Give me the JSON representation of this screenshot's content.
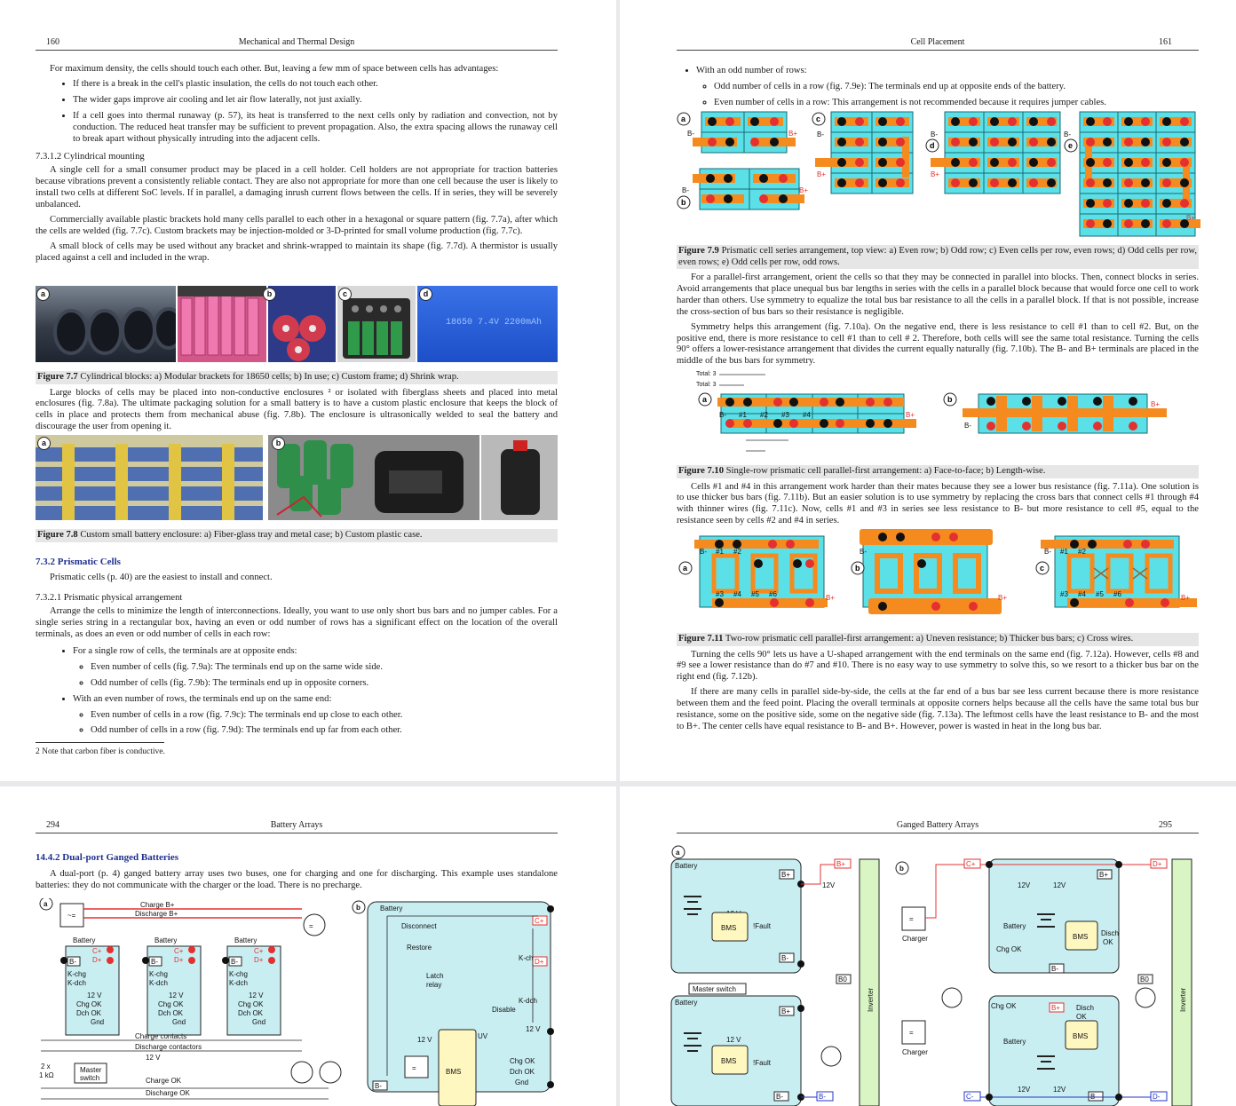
{
  "p160": {
    "page_num": "160",
    "header": "Mechanical and Thermal Design",
    "intro": "For maximum density, the cells should touch each other. But, leaving a few mm of space between cells has advantages:",
    "bullets": [
      "If there is a break in the cell's plastic insulation, the cells do not touch each other.",
      "The wider gaps improve air cooling and let air flow laterally, not just axially.",
      "If a cell goes into thermal runaway (p. 57), its heat is transferred to the next cells only by radiation and convection, not by conduction. The reduced heat transfer may be sufficient to prevent propagation. Also, the extra spacing allows the runaway cell to break apart without physically intruding into the adjacent cells."
    ],
    "sec_7312": "7.3.1.2    Cylindrical mounting",
    "para1": "A single cell for a small consumer product may be placed in a cell holder. Cell holders are not appropriate for traction batteries because vibrations prevent a consistently reliable contact. They are also not appropriate for more than one cell because the user is likely to install two cells at different SoC levels. If in parallel, a damaging inrush current flows between the cells. If in series, they will be severely unbalanced.",
    "para2": "Commercially available plastic brackets hold many cells parallel to each other in a hexagonal or square pattern (fig. 7.7a), after which the cells are welded (fig. 7.7c). Custom brackets may be injection-molded or 3-D-printed for small volume production (fig. 7.7c).",
    "para3": "A small block of cells may be used without any bracket and shrink-wrapped to maintain its shape (fig. 7.7d). A thermistor is usually placed against a cell and included in the wrap.",
    "fig77_label": "Figure 7.7",
    "fig77_text": " Cylindrical blocks: a) Modular brackets for 18650 cells; b) In use; c) Custom frame; d) Shrink wrap.",
    "fig77_shrink_text": "18650 7.4V 2200mAh",
    "para4": "Large blocks of cells may be placed into non-conductive enclosures ² or isolated with fiberglass sheets and placed into metal enclosures (fig. 7.8a). The ultimate packaging solution for a small battery is to have a custom plastic enclosure that keeps the block of cells in place and protects them from mechanical abuse (fig. 7.8b). The enclosure is ultrasonically welded to seal the battery and discourage the user from opening it.",
    "fig78_label": "Figure 7.8",
    "fig78_text": " Custom small battery enclosure: a) Fiber-glass tray and metal case; b) Custom plastic case.",
    "sec_732": "7.3.2    Prismatic Cells",
    "para5": "Prismatic cells (p. 40) are the easiest to install and connect.",
    "sec_7321": "7.3.2.1    Prismatic physical arrangement",
    "para6": "Arrange the cells to minimize the length of interconnections. Ideally, you want to use only short bus bars and no jumper cables. For a single series string in a rectangular box, having an even or odd number of rows has a significant effect on the location of the overall terminals, as does an even or odd number of cells in each row:",
    "b_single": "For a single row of cells, the terminals are at opposite ends:",
    "b_single_sub": [
      "Even number of cells (fig. 7.9a): The terminals end up on the same wide side.",
      "Odd number of cells (fig. 7.9b): The terminals end up in opposite corners."
    ],
    "b_even": "With an even number of rows, the terminals end up on the same end:",
    "b_even_sub": [
      "Even number of cells in a row (fig. 7.9c): The terminals end up close to each other.",
      "Odd number of cells in a row (fig. 7.9d): The terminals end up far from each other."
    ],
    "footnote": "2      Note that carbon fiber is conductive."
  },
  "p161": {
    "page_num": "161",
    "header": "Cell Placement",
    "b_odd": "With an odd number of rows:",
    "b_odd_sub": [
      "Odd number of cells in a row (fig. 7.9e): The terminals end up at opposite ends of the battery.",
      "Even number of cells in a row: This arrangement is not recommended because it requires jumper cables."
    ],
    "fig79_label": "Figure 7.9",
    "fig79_text": " Prismatic cell series arrangement, top view: a) Even row; b) Odd row; c) Even cells per row, even rows; d) Odd cells per row, even rows; e) Odd cells per row, odd rows.",
    "para1": "For a parallel-first arrangement, orient the cells so that they may be connected in parallel into blocks. Then, connect blocks in series. Avoid arrangements that place unequal bus bar lengths in series with the cells in a parallel block because that would force one cell to work harder than others. Use symmetry to equalize the total bus bar resistance to all the cells in a parallel block. If that is not possible, increase the cross-section of bus bars so their resistance is negligible.",
    "para2": "Symmetry helps this arrangement (fig. 7.10a). On the negative end, there is less resistance to cell #1 than to cell #2. But, on the positive end, there is more resistance to cell #1 than to cell # 2. Therefore, both cells will see the same total resistance. Turning the cells 90° offers a lower-resistance arrangement that divides the current equally naturally (fig. 7.10b). The B- and B+ terminals are placed in the middle of the bus bars for symmetry.",
    "total1": "Total: 3",
    "total2": "Total: 3",
    "fig710_label": "Figure 7.10",
    "fig710_text": " Single-row prismatic cell parallel-first arrangement: a) Face-to-face; b) Length-wise.",
    "para3": "Cells #1 and #4 in this arrangement work harder than their mates because they see a lower bus resistance (fig. 7.11a). One solution is to use thicker bus bars (fig. 7.11b). But an easier solution is to use symmetry by replacing the cross bars that connect cells #1 through #4 with thinner wires (fig. 7.11c). Now, cells #1 and #3 in series see less resistance to B- but more resistance to cell #5, equal to the resistance seen by cells #2 and #4 in series.",
    "fig711_label": "Figure 7.11",
    "fig711_text": " Two-row prismatic cell parallel-first arrangement: a) Uneven resistance; b) Thicker bus bars; c) Cross wires.",
    "para4": "Turning the cells 90° lets us have a U-shaped arrangement with the end terminals on the same end (fig. 7.12a). However, cells #8 and #9 see a lower resistance than do #7 and #10. There is no easy way to use symmetry to solve this, so we resort to a thicker bus bar on the right end (fig. 7.12b).",
    "para5": "If there are many cells in parallel side-by-side, the cells at the far end of a bus bar see less current because there is more resistance between them and the feed point. Placing the overall terminals at opposite corners helps because all the cells have the same total bus bur resistance, some on the positive side, some on the negative side (fig. 7.13a). The leftmost cells have the least resistance to B- and the most to B+. The center cells have equal resistance to B- and B+. However, power is wasted in heat in the long bus bar."
  },
  "p294": {
    "page_num": "294",
    "header": "Battery Arrays",
    "sec": "14.4.2    Dual-port Ganged Batteries",
    "para": "A dual-port (p. 4) ganged battery array uses two buses, one for charging and one for discharging. This example uses standalone batteries: they do not communicate with the charger or the load. There is no precharge.",
    "labels": {
      "charge_bplus": "Charge B+",
      "discharge_bplus": "Discharge B+",
      "battery": "Battery",
      "cplus": "C+",
      "dplus": "D+",
      "bminus": "B-",
      "kchg": "K-chg",
      "kdch": "K-dch",
      "v12": "12 V",
      "chg_ok": "Chg OK",
      "dch_ok": "Dch OK",
      "gnd": "Gnd",
      "charge_contacts": "Charge contacts",
      "discharge_contactors": "Discharge contactors",
      "res": "2 x\n1 kΩ",
      "master": "Master\nswitch",
      "charge_ok": "Charge OK",
      "discharge_ok": "Discharge OK",
      "disconnect": "Disconnect",
      "restore": "Restore",
      "latch": "Latch\nrelay",
      "disable": "Disable",
      "uv": "UV",
      "bms": "BMS",
      "chg_ok2": "Chg OK",
      "dch_ok2": "Dch OK",
      "gnd2": "Gnd"
    }
  },
  "p295": {
    "page_num": "295",
    "header": "Ganged Battery Arrays",
    "labels": {
      "battery": "Battery",
      "bplus": "B+",
      "bminus": "B-",
      "v12": "12 V",
      "v12b": "12V",
      "fault": "!Fault",
      "bms": "BMS",
      "master": "Master switch",
      "b0": "B0",
      "inverter": "Inverter",
      "cplus": "C+",
      "dplus": "D+",
      "cminus": "C-",
      "dminus": "D-",
      "charger": "Charger",
      "chg_ok": "Chg OK",
      "disch_ok": "Disch\nOK"
    }
  },
  "colors": {
    "cell": "#5ce0e8",
    "bus": "#f58a1f",
    "neg": "#111111",
    "pos": "#e53030",
    "bms": "#fff7c0",
    "panel": "#c9eef2",
    "inverter": "#d9f5c4",
    "heading": "#1f2f8f",
    "caption_bg": "#e6e6e6"
  }
}
